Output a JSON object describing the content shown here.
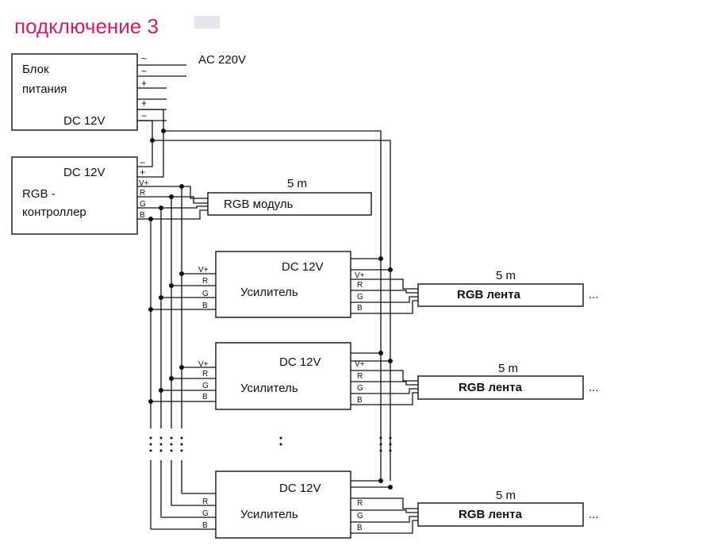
{
  "title": "подключение 3",
  "power_supply": {
    "label_line1": "Блок",
    "label_line2": "питания",
    "output_label": "DC 12V",
    "input_label": "AC 220V",
    "terminals": [
      "~",
      "~",
      "+",
      "+",
      "−"
    ]
  },
  "controller": {
    "label_line1": "RGB -",
    "label_line2": "контроллер",
    "power_label": "DC 12V",
    "terminals": [
      "−",
      "+",
      "V+",
      "R",
      "G",
      "B"
    ]
  },
  "module": {
    "label": "RGB модуль",
    "length": "5 m"
  },
  "amplifiers": [
    {
      "label": "Усилитель",
      "power_label": "DC 12V",
      "in_terminals": [
        "V+",
        "R",
        "G",
        "B"
      ],
      "out_terminals": [
        "V+",
        "R",
        "G",
        "B"
      ],
      "strip_label": "RGB лента",
      "strip_length": "5 m"
    },
    {
      "label": "Усилитель",
      "power_label": "DC 12V",
      "in_terminals": [
        "V+",
        "R",
        "G",
        "B"
      ],
      "out_terminals": [
        "V+",
        "R",
        "G",
        "B"
      ],
      "strip_label": "RGB лента",
      "strip_length": "5 m"
    },
    {
      "label": "Усилитель",
      "power_label": "DC 12V",
      "in_terminals": [
        "R",
        "G",
        "B"
      ],
      "out_terminals": [
        "R",
        "G",
        "B"
      ],
      "strip_label": "RGB лента",
      "strip_length": "5 m"
    }
  ],
  "continuation": "..."
}
